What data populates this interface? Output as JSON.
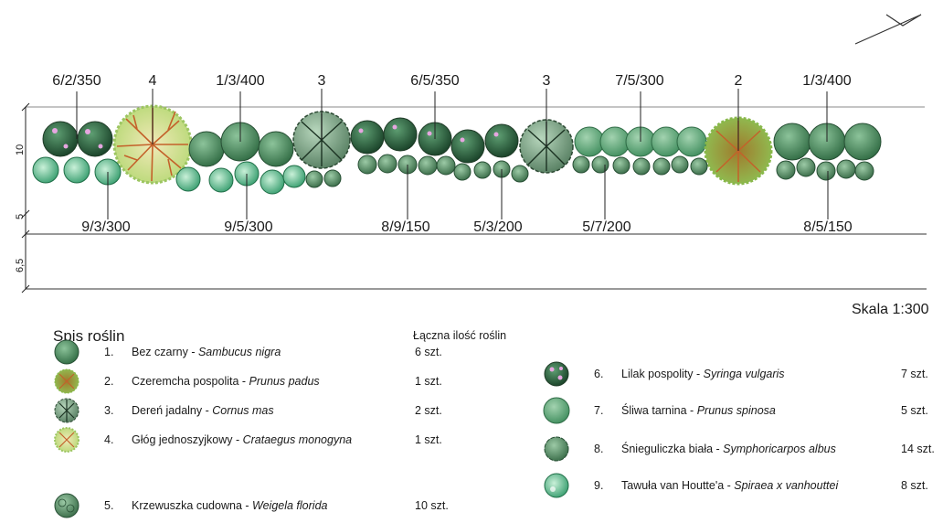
{
  "scale": "Skala 1:300",
  "legend_title": "Spis roślin",
  "count_header": "Łączna ilość roślin",
  "dimensions": [
    "10",
    "5",
    "6,5"
  ],
  "top_labels": [
    "6/2/350",
    "4",
    "1/3/400",
    "3",
    "6/5/350",
    "3",
    "7/5/300",
    "2",
    "1/3/400"
  ],
  "bottom_labels": [
    "9/3/300",
    "9/5/300",
    "8/9/150",
    "5/3/200",
    "5/7/200",
    "8/5/150"
  ],
  "plants": [
    {
      "num": "1.",
      "name": "Bez czarny",
      "latin": "Sambucus nigra",
      "qty": "6 szt.",
      "symbol": "dark-green-circle-icon"
    },
    {
      "num": "2.",
      "name": "Czeremcha pospolita",
      "latin": "Prunus padus",
      "qty": "1 szt.",
      "symbol": "orange-branch-tree-icon"
    },
    {
      "num": "3.",
      "name": "Dereń jadalny",
      "latin": "Cornus mas",
      "qty": "2 szt.",
      "symbol": "dark-branch-tree-icon"
    },
    {
      "num": "4.",
      "name": "Głóg jednoszyjkowy",
      "latin": "Crataegus monogyna",
      "qty": "1 szt.",
      "symbol": "hawthorn-tree-icon"
    },
    {
      "num": "5.",
      "name": "Krzewuszka cudowna",
      "latin": "Weigela florida",
      "qty": "10 szt.",
      "symbol": "shrub-small-icon"
    },
    {
      "num": "6.",
      "name": "Lilak pospolity",
      "latin": "Syringa vulgaris",
      "qty": "7 szt.",
      "symbol": "lilac-shrub-icon"
    },
    {
      "num": "7.",
      "name": "Śliwa tarnina",
      "latin": "Prunus spinosa",
      "qty": "5 szt.",
      "symbol": "green-circle-icon"
    },
    {
      "num": "8.",
      "name": "Śnieguliczka biała",
      "latin": "Symphoricarpos albus",
      "qty": "14 szt.",
      "symbol": "scalloped-shrub-icon"
    },
    {
      "num": "9.",
      "name": "Tawuła van Houtte'a",
      "latin": "Spiraea x vanhouttei",
      "qty": "8 szt.",
      "symbol": "spiraea-shrub-icon"
    }
  ],
  "colors": {
    "sambucus": "#5f9c6d",
    "prunus_padus": "#8a7b2f",
    "cornus": "#4a7a57",
    "crataegus": "#c9e08a",
    "weigela": "#6e9a77",
    "syringa": "#2f6e45",
    "prunus_spinosa": "#6fae84",
    "symphoricarpos": "#4c8c63",
    "spiraea": "#3fa87a",
    "flower": "#e6a6e0"
  }
}
